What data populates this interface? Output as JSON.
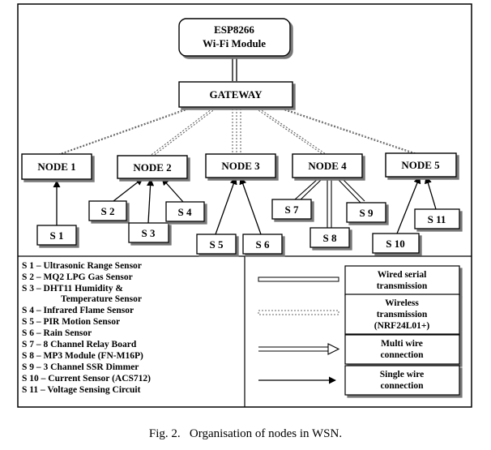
{
  "top_module": {
    "line1": "ESP8266",
    "line2": "Wi-Fi Module"
  },
  "gateway": "GATEWAY",
  "nodes": [
    {
      "id": "node-1",
      "label": "NODE 1"
    },
    {
      "id": "node-2",
      "label": "NODE 2"
    },
    {
      "id": "node-3",
      "label": "NODE 3"
    },
    {
      "id": "node-4",
      "label": "NODE 4"
    },
    {
      "id": "node-5",
      "label": "NODE 5"
    }
  ],
  "sensors": [
    {
      "id": "s1",
      "label": "S 1"
    },
    {
      "id": "s2",
      "label": "S 2"
    },
    {
      "id": "s3",
      "label": "S 3"
    },
    {
      "id": "s4",
      "label": "S 4"
    },
    {
      "id": "s5",
      "label": "S 5"
    },
    {
      "id": "s6",
      "label": "S 6"
    },
    {
      "id": "s7",
      "label": "S 7"
    },
    {
      "id": "s8",
      "label": "S 8"
    },
    {
      "id": "s9",
      "label": "S 9"
    },
    {
      "id": "s10",
      "label": "S 10"
    },
    {
      "id": "s11",
      "label": "S 11"
    }
  ],
  "legend_lines": [
    "S 1 – Ultrasonic Range Sensor",
    "S 2 – MQ2 LPG Gas Sensor",
    "S 3 – DHT11 Humidity &",
    "Temperature Sensor",
    "S 4 – Infrared Flame Sensor",
    "S 5 – PIR Motion Sensor",
    "S 6 – Rain Sensor",
    "S 7 – 8 Channel Relay Board",
    "S 8 – MP3 Module (FN-M16P)",
    "S 9 – 3 Channel SSR Dimmer",
    "S 10 – Current Sensor (ACS712)",
    "S 11 – Voltage Sensing Circuit"
  ],
  "key": [
    {
      "type": "wired-serial",
      "lines": [
        "Wired serial",
        "transmission"
      ]
    },
    {
      "type": "wireless",
      "lines": [
        "Wireless",
        "transmission",
        "(NRF24L01+)"
      ]
    },
    {
      "type": "multi-wire",
      "lines": [
        "Multi wire",
        "connection"
      ]
    },
    {
      "type": "single-wire",
      "lines": [
        "Single wire",
        "connection"
      ]
    }
  ],
  "caption": "Fig. 2.   Organisation of nodes in WSN."
}
